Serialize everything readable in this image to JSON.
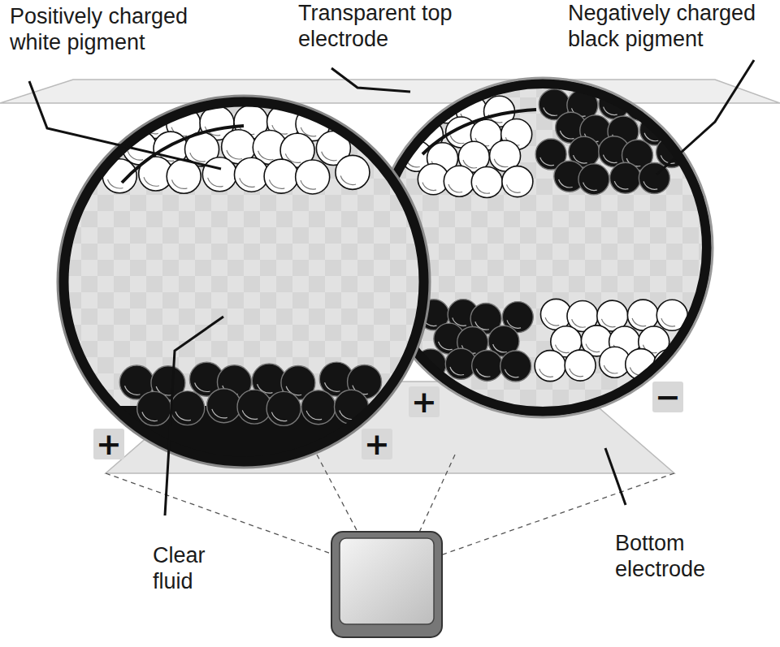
{
  "diagram": {
    "labels": [
      "Positively charged white pigment",
      "Transparent top electrode",
      "Negatively charged black pigment",
      "Clear fluid",
      "Bottom electrode",
      "+",
      "+",
      "+",
      "−"
    ]
  }
}
